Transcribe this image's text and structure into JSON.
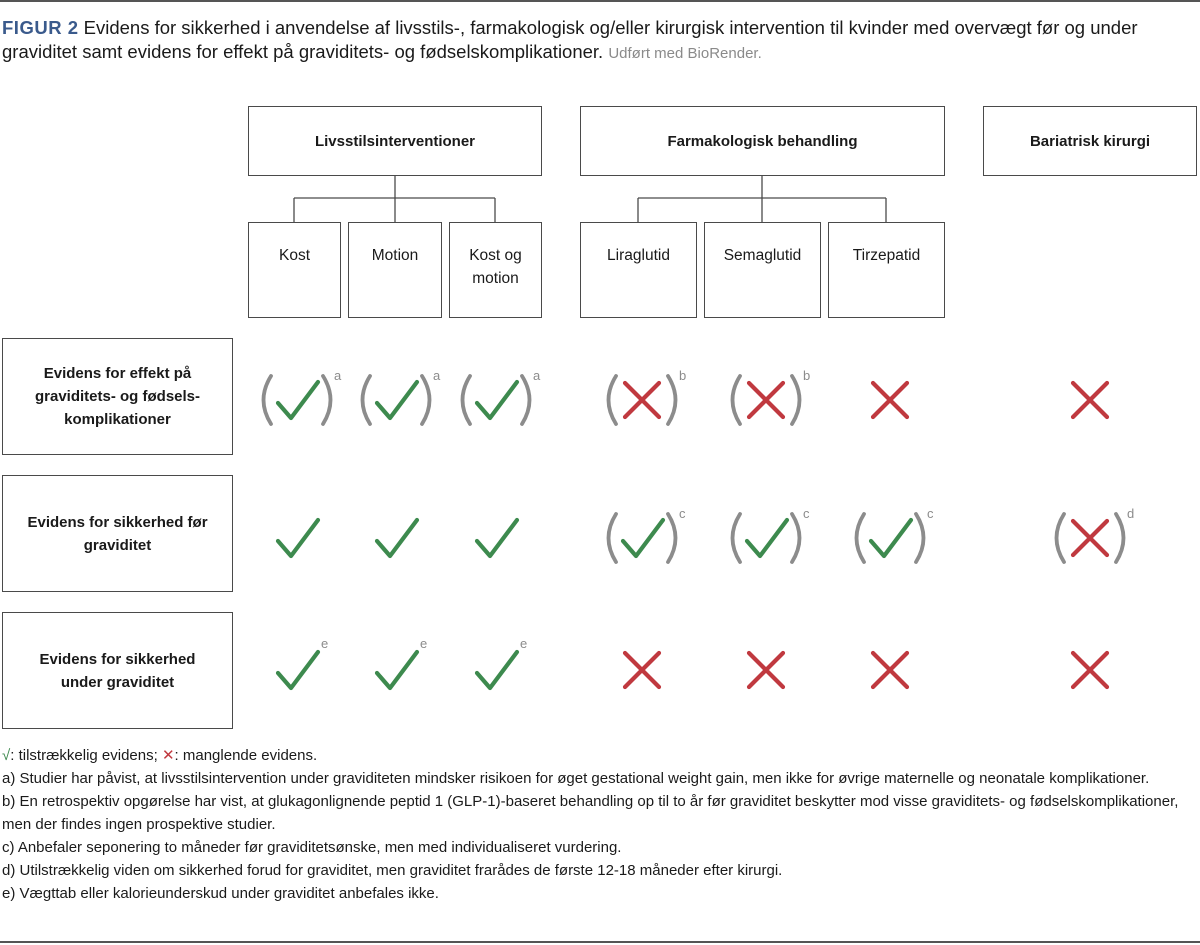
{
  "caption": {
    "figure_label": "FIGUR 2",
    "text": "Evidens for sikkerhed i anvendelse af livsstils-, farmakologisk og/eller kirurgisk intervention til kvinder med overvægt før og under graviditet samt evidens for effekt på graviditets- og fødselskomplikationer.",
    "credit": "Udført med BioRender."
  },
  "categories": {
    "lifestyle": "Livsstilsinterventioner",
    "pharma": "Farmakologisk behandling",
    "surgery": "Bariatrisk kirurgi"
  },
  "subcategories": {
    "kost": "Kost",
    "motion": "Motion",
    "kost_motion": "Kost og motion",
    "liraglutid": "Liraglutid",
    "semaglutid": "Semaglutid",
    "tirzepatid": "Tirzepatid"
  },
  "rows": {
    "effect": "Evidens for effekt på graviditets- og fødsels-komplikationer",
    "safety_before": "Evidens for sikkerhed før graviditet",
    "safety_during": "Evidens for sikkerhed under graviditet"
  },
  "matrix": [
    [
      {
        "mark": "check",
        "paren": true,
        "note": "a"
      },
      {
        "mark": "check",
        "paren": true,
        "note": "a"
      },
      {
        "mark": "check",
        "paren": true,
        "note": "a"
      },
      {
        "mark": "cross",
        "paren": true,
        "note": "b"
      },
      {
        "mark": "cross",
        "paren": true,
        "note": "b"
      },
      {
        "mark": "cross",
        "paren": false,
        "note": ""
      },
      {
        "mark": "cross",
        "paren": false,
        "note": ""
      }
    ],
    [
      {
        "mark": "check",
        "paren": false,
        "note": ""
      },
      {
        "mark": "check",
        "paren": false,
        "note": ""
      },
      {
        "mark": "check",
        "paren": false,
        "note": ""
      },
      {
        "mark": "check",
        "paren": true,
        "note": "c"
      },
      {
        "mark": "check",
        "paren": true,
        "note": "c"
      },
      {
        "mark": "check",
        "paren": true,
        "note": "c"
      },
      {
        "mark": "cross",
        "paren": true,
        "note": "d"
      }
    ],
    [
      {
        "mark": "check",
        "paren": false,
        "note": "e"
      },
      {
        "mark": "check",
        "paren": false,
        "note": "e"
      },
      {
        "mark": "check",
        "paren": false,
        "note": "e"
      },
      {
        "mark": "cross",
        "paren": false,
        "note": ""
      },
      {
        "mark": "cross",
        "paren": false,
        "note": ""
      },
      {
        "mark": "cross",
        "paren": false,
        "note": ""
      },
      {
        "mark": "cross",
        "paren": false,
        "note": ""
      }
    ]
  ],
  "colors": {
    "check": "#3d8a4e",
    "cross": "#c0393f",
    "paren": "#8c8c8c",
    "line": "#4a4a4a",
    "figure_label": "#3a5a8c"
  },
  "legend": {
    "check_symbol": "√",
    "check_text": ": tilstrækkelig evidens;",
    "cross_symbol": "✕",
    "cross_text": ": manglende evidens."
  },
  "footnotes": [
    "a) Studier har påvist, at livsstilsintervention under graviditeten mindsker risikoen for øget gestational weight gain, men ikke for øvrige maternelle og neonatale komplikationer.",
    "b) En retrospektiv opgørelse har vist, at glukagonlignende peptid 1 (GLP-1)-baseret behandling op til to år før graviditet beskytter mod visse graviditets- og fødselskomplikationer, men der findes ingen prospektive studier.",
    "c) Anbefaler seponering to måneder før graviditetsønske, men med individualiseret vurdering.",
    "d) Utilstrækkelig viden om sikkerhed forud for graviditet, men graviditet frarådes de første 12-18 måneder efter kirurgi.",
    "e) Vægttab eller kalorieunderskud under graviditet anbefales ikke."
  ]
}
